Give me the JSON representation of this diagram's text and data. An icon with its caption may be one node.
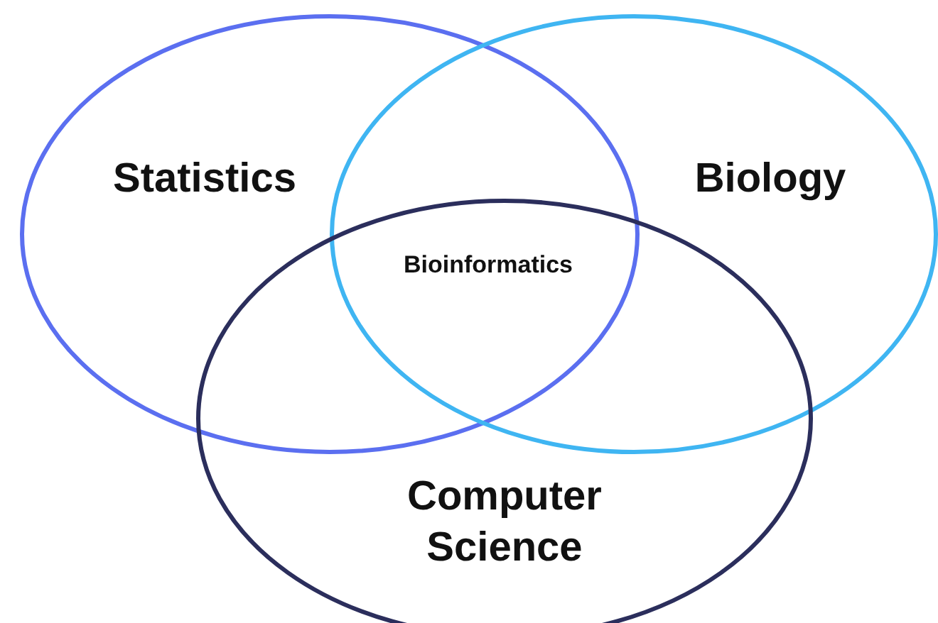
{
  "diagram": {
    "nodes": [
      {
        "text": [
          "Statistics"
        ]
      },
      {
        "text": [
          "Biology"
        ]
      },
      {
        "text": [
          "Computer Science"
        ]
      }
    ],
    "edges": [],
    "labels": [
      "Bioinformatics"
    ]
  }
}
